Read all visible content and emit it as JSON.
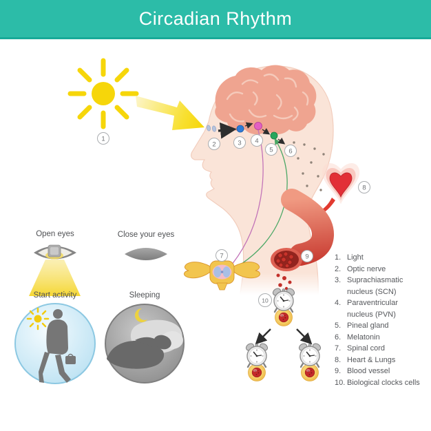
{
  "header": {
    "title": "Circadian Rhythm"
  },
  "captions": {
    "open_eyes": "Open eyes",
    "close_eyes": "Close your eyes",
    "start_activity": "Start activity",
    "sleeping": "Sleeping"
  },
  "markers": {
    "m1": "1",
    "m2": "2",
    "m3": "3",
    "m4": "4",
    "m5": "5",
    "m6": "6",
    "m7": "7",
    "m8": "8",
    "m9": "9",
    "m10": "10"
  },
  "legend": {
    "items": [
      {
        "num": "1.",
        "text": "Light"
      },
      {
        "num": "2.",
        "text": "Optic nerve"
      },
      {
        "num": "3.",
        "text": "Suprachiasmatic nucleus (SCN)"
      },
      {
        "num": "4.",
        "text": "Paraventricular nucleus (PVN)"
      },
      {
        "num": "5.",
        "text": "Pineal gland"
      },
      {
        "num": "6.",
        "text": "Melatonin"
      },
      {
        "num": "7.",
        "text": "Spinal cord"
      },
      {
        "num": "8.",
        "text": "Heart & Lungs"
      },
      {
        "num": "9.",
        "text": "Blood vessel"
      },
      {
        "num": "10.",
        "text": "Biological clocks cells"
      }
    ]
  },
  "colors": {
    "accent": "#2CBCA8",
    "accent_dark": "#17AA98",
    "sun": "#F6D60A",
    "skin": "#FAE4D8",
    "brain": "#EFA490",
    "scn": "#2E7BD6",
    "pvn": "#E35FC2",
    "pineal": "#27A65C",
    "heart": "#E22F36",
    "spine": "#F2C54E",
    "vessel": "#D9473C",
    "cell_nucleus": "#C42A2A",
    "day_circle": "#C3E5F4",
    "night_circle": "#8E8E8E",
    "text": "#55575B"
  }
}
